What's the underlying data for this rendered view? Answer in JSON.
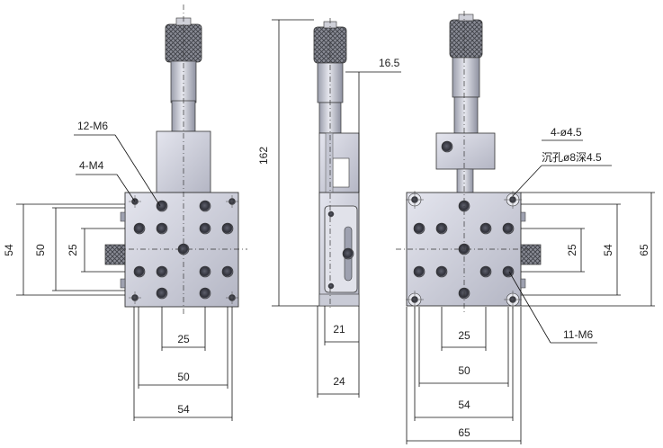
{
  "front_view": {
    "label_holes_m6": "12-M6",
    "label_holes_m4": "4-M4",
    "dim_left_outer": "54",
    "dim_left_mid": "50",
    "dim_left_inner": "25",
    "dim_bottom_25": "25",
    "dim_bottom_50": "50",
    "dim_bottom_54": "54"
  },
  "side_view": {
    "dim_height": "162",
    "dim_offset": "16.5",
    "dim_21": "21",
    "dim_24": "24"
  },
  "right_view": {
    "label_counterbore_1": "4-ø4.5",
    "label_counterbore_2": "沉孔ø8深4.5",
    "label_holes_m6": "11-M6",
    "dim_right_25": "25",
    "dim_right_54": "54",
    "dim_right_65": "65",
    "dim_bottom_25": "25",
    "dim_bottom_50": "50",
    "dim_bottom_54": "54",
    "dim_bottom_65": "65"
  },
  "colors": {
    "body_light": "#dcdde6",
    "body_mid": "#b9bbc8",
    "body_dark": "#8f92a2",
    "knurl": "#6c6e78"
  }
}
